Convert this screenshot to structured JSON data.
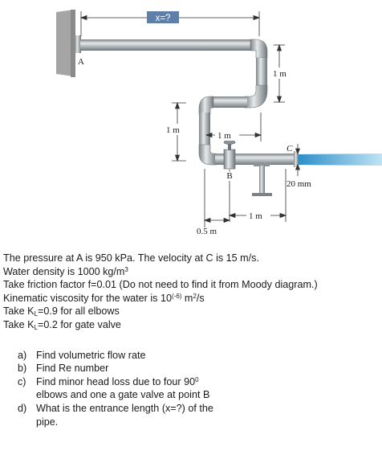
{
  "figure": {
    "label_x": "x=?",
    "label_a": "A",
    "label_b": "B",
    "label_c": "C",
    "dim_1m_right": "1 m",
    "dim_1m_left": "1 m",
    "dim_1m_mid": "1 m",
    "dim_1m_bottom": "1 m",
    "dim_05m": "0.5 m",
    "dim_20mm": "20 mm",
    "colors": {
      "pipe": "#8c9398",
      "pipe_highlight": "#e6e9ea",
      "wall": "#9a9a9a",
      "water": "#3fa5da",
      "label_box": "#5d7fa8"
    }
  },
  "given": {
    "pressure": "The pressure at A is 950 kPa. The velocity at C is 15 m/s.",
    "density_text": "Water density is 1000 kg/m",
    "density_exp": "3",
    "friction": "Take friction factor f=0.01 (Do not need to find it from Moody diagram.)",
    "viscosity_text": "Kinematic viscosity for the water is 10",
    "viscosity_exp": "(-6)",
    "viscosity_unit": " m",
    "viscosity_unit_exp": "2",
    "viscosity_tail": "/s",
    "kl_elbow_prefix": "Take K",
    "kl_elbow_sub": "L",
    "kl_elbow_suffix": "=0.9 for all elbows",
    "kl_valve_prefix": "Take K",
    "kl_valve_sub": "L",
    "kl_valve_suffix": "=0.2 for gate valve"
  },
  "questions": [
    {
      "letter": "a)",
      "text": "Find volumetric flow rate"
    },
    {
      "letter": "b)",
      "text": "Find Re number"
    },
    {
      "letter": "c)",
      "text": "Find minor head loss due to four 90",
      "sup": "0",
      "text2": "elbows and one a gate valve at point B"
    },
    {
      "letter": "d)",
      "text": "What is the entrance length (x=?) of the",
      "text2": "pipe."
    }
  ]
}
